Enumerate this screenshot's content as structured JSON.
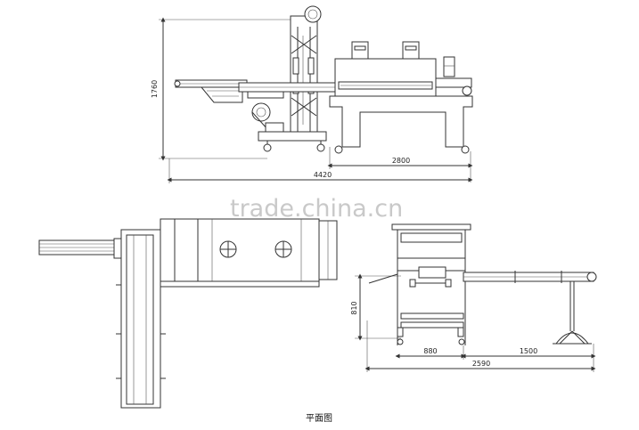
{
  "watermark": "trade.china.cn",
  "caption": "平面图",
  "front_view": {
    "height_dim": "1760",
    "length_dim": "2800",
    "total_dim": "4420"
  },
  "side_view": {
    "height_dim": "810",
    "left_dim": "880",
    "right_dim": "1500",
    "total_dim": "2590"
  }
}
